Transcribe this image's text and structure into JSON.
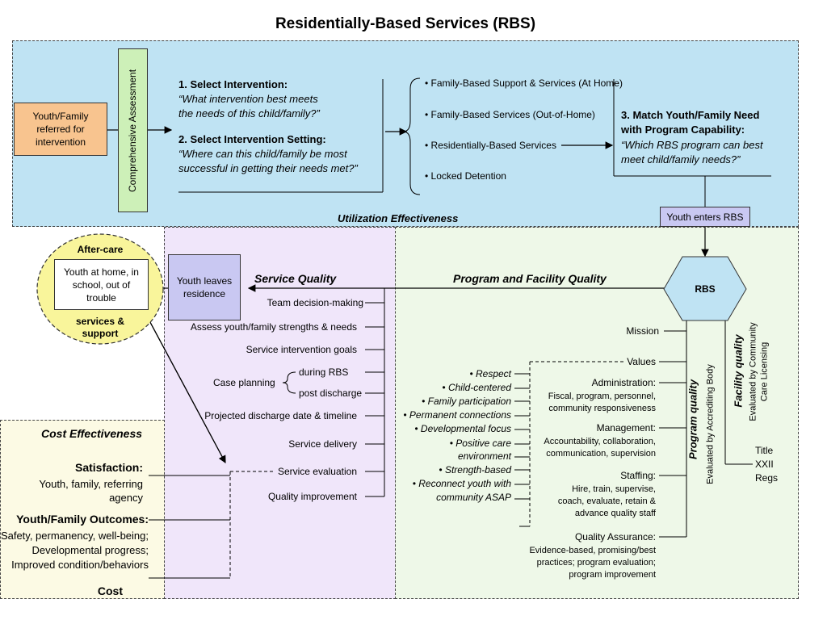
{
  "title": "Residentially-Based Services (RBS)",
  "colors": {
    "blue_region": "#bfe3f3",
    "purple_region": "#f0e6fa",
    "green_region": "#eef8e8",
    "cost_region": "#fcfae4",
    "referral_box": "#f8c48f",
    "assessment_box": "#cdf0b8",
    "rbs_hex": "#bfe3f3",
    "aftercare_circle": "#f9f59b",
    "purple_box": "#c9c8f2"
  },
  "top": {
    "referral": "Youth/Family referred for intervention",
    "assessment": "Comprehensive Assessment",
    "step1_title": "1.  Select Intervention:",
    "step1_q1": "“What intervention best meets",
    "step1_q2": "the needs of this child/family?”",
    "step2_title": "2.  Select Intervention Setting:",
    "step2_q1": "“Where can this child/family be most",
    "step2_q2": "successful in getting their needs met?”",
    "options": [
      "• Family-Based Support & Services (At Home)",
      "• Family-Based Services (Out-of-Home)",
      "• Residentially-Based Services",
      "• Locked Detention"
    ],
    "step3_title1": "3.  Match Youth/Family Need",
    "step3_title2": "with Program Capability:",
    "step3_q1": "“Which RBS program can best",
    "step3_q2": "meet child/family needs?”",
    "region_label": "Utilization Effectiveness",
    "youth_enters": "Youth enters RBS"
  },
  "aftercare": {
    "title": "After-care",
    "box": "Youth at home, in school, out of trouble",
    "footer": "services & support"
  },
  "youth_leaves": "Youth leaves residence",
  "service_quality": {
    "heading": "Service Quality",
    "items": [
      "Team decision-making",
      "Assess youth/family strengths & needs",
      "Service intervention goals",
      "Projected discharge date & timeline",
      "Service delivery",
      "Service evaluation",
      "Quality improvement"
    ],
    "case_planning": "Case planning",
    "case_sub": [
      "during RBS",
      "post discharge"
    ]
  },
  "program_quality": {
    "heading": "Program and Facility Quality",
    "rbs": "RBS",
    "mission": "Mission",
    "values": "Values",
    "values_list": [
      "• Respect",
      "• Child-centered",
      "• Family participation",
      "• Permanent connections",
      "• Developmental focus",
      "• Positive care",
      "environment",
      "• Strength-based",
      "• Reconnect youth with",
      "community ASAP"
    ],
    "administration": "Administration:",
    "administration_detail": [
      "Fiscal, program, personnel,",
      "community responsiveness"
    ],
    "management": "Management:",
    "management_detail": [
      "Accountability, collaboration,",
      "communication, supervision"
    ],
    "staffing": "Staffing:",
    "staffing_detail": [
      "Hire, train, supervise,",
      "coach, evaluate, retain &",
      "advance quality staff"
    ],
    "qa": "Quality Assurance:",
    "qa_detail": [
      "Evidence-based, promising/best",
      "practices; program evaluation;",
      "program improvement"
    ],
    "program_quality_label": "Program quality",
    "program_quality_sub": "Evaluated by Accrediting Body",
    "facility_quality_label": "Facility quality",
    "facility_quality_sub1": "Evaluated by Community",
    "facility_quality_sub2": "Care Licensing",
    "title_xxii": [
      "Title",
      "XXII",
      "Regs"
    ]
  },
  "cost": {
    "heading": "Cost Effectiveness",
    "satisfaction": "Satisfaction:",
    "satisfaction_detail": [
      "Youth, family, referring",
      "agency"
    ],
    "outcomes": "Youth/Family Outcomes:",
    "outcomes_detail": [
      "Safety, permanency, well-being;",
      "Developmental progress;",
      "Improved condition/behaviors"
    ],
    "cost": "Cost"
  }
}
